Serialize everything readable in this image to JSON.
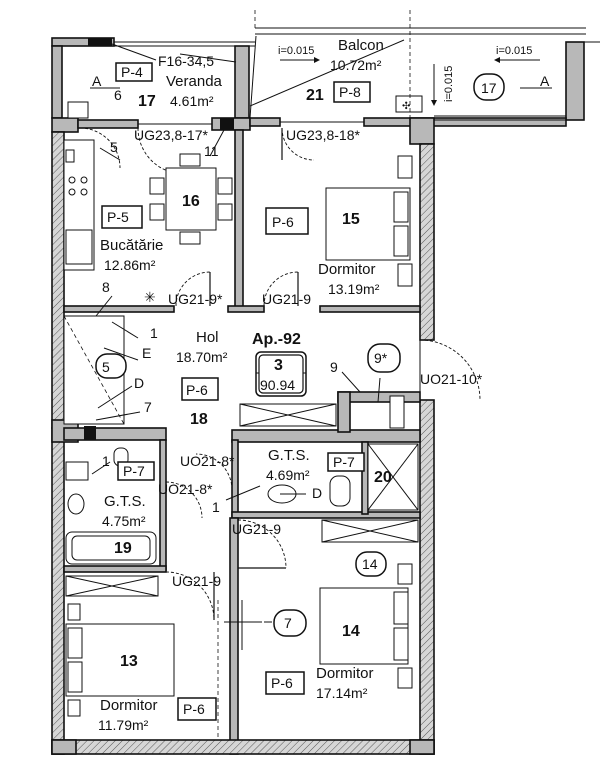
{
  "rooms": {
    "veranda": {
      "label": "Veranda",
      "area": "4.61m²",
      "number": "17",
      "tag": "P-4"
    },
    "balcon": {
      "label": "Balcon",
      "area": "10.72m²",
      "number": "21",
      "tag": "P-8"
    },
    "bucatarie": {
      "label": "Bucătărie",
      "area": "12.86m²",
      "number": "16",
      "tag": "P-5"
    },
    "dormitor15": {
      "label": "Dormitor",
      "area": "13.19m²",
      "number": "15",
      "tag": "P-6"
    },
    "hol": {
      "label": "Hol",
      "area": "18.70m²",
      "number": "18",
      "tag": "P-6"
    },
    "gts20": {
      "label": "G.T.S.",
      "area": "4.69m²",
      "number": "20",
      "tag": "P-7"
    },
    "gts19": {
      "label": "G.T.S.",
      "area": "4.75m²",
      "number": "19",
      "tag": "P-7"
    },
    "dormitor13": {
      "label": "Dormitor",
      "area": "11.79m²",
      "number": "13",
      "tag": "P-6"
    },
    "dormitor14": {
      "label": "Dormitor",
      "area": "17.14m²",
      "number": "14",
      "tag": "P-6"
    }
  },
  "apartment": {
    "id": "Ap.-92",
    "rooms": "3",
    "area": "90.94"
  },
  "doors": {
    "d1": "F16-34,5",
    "d2": "UG23,8-17*",
    "d3": "UG23,8-18*",
    "d4": "UG21-9*",
    "d5": "UG21-9",
    "d6": "UO21-10*",
    "d7": "UO21-8*",
    "d8": "UO21-8*",
    "d9": "UG21-9",
    "d10": "UG21-9"
  },
  "slopes": {
    "s1": "i=0.015",
    "s2": "i=0.015",
    "s3": "i=0.015"
  },
  "markers": {
    "m6": "6",
    "m5": "5",
    "m11": "11",
    "m8": "8",
    "m1a": "1",
    "m1b": "1",
    "m1c": "1",
    "m7": "7",
    "m9": "9",
    "circle17": "17",
    "circle5": "5",
    "circle9": "9*",
    "circle14": "14",
    "circle7": "7",
    "sectionA1": "A",
    "sectionA2": "A",
    "letterE": "E",
    "letterD1": "D",
    "letterD2": "D"
  }
}
